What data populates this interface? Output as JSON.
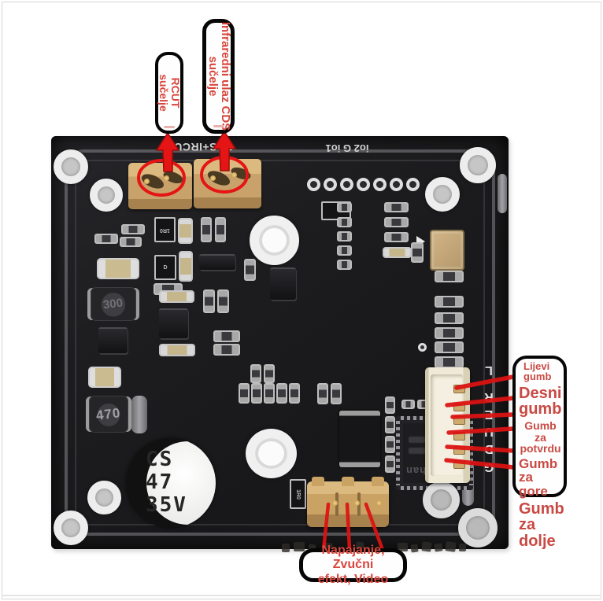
{
  "callouts": {
    "rcut": {
      "line1": "RCUT",
      "line2": "sučelje"
    },
    "ir_cds": {
      "line1": "Infraredni ulaz CDS",
      "line2": "sučelje"
    },
    "buttons": {
      "labels": [
        {
          "text": "Lijevi gumb"
        },
        {
          "text": "Desni gumb"
        },
        {
          "text": "Gumb za potvrdu"
        },
        {
          "text": "Gumb za gore"
        },
        {
          "text": "Gumb za dolje"
        }
      ]
    },
    "power": {
      "line1": "Napajanje, Zvučni",
      "line2": "efekt, Video"
    }
  },
  "silkscreen": {
    "cds_ircut": "CDS+IRCUT-",
    "io_label": "io2 G io1",
    "right_edge_letters": [
      "L",
      "R",
      "E",
      "U",
      "D",
      "G"
    ],
    "chip_brand": "Fulhan",
    "capacitor_lines": [
      "CS",
      "47",
      "35V"
    ],
    "inductor_top": "300",
    "inductor_bottom": "470",
    "part_marks": [
      "1R0",
      "D",
      "1R0"
    ]
  },
  "colors": {
    "annotation_red": "#e51515",
    "annotation_text_red": "#d9463c",
    "board_black": "#1d1d1f",
    "connector_tan": "#c9a26b",
    "connector_cream": "#efe9d8",
    "silkscreen_gray": "#c9c9c9"
  }
}
